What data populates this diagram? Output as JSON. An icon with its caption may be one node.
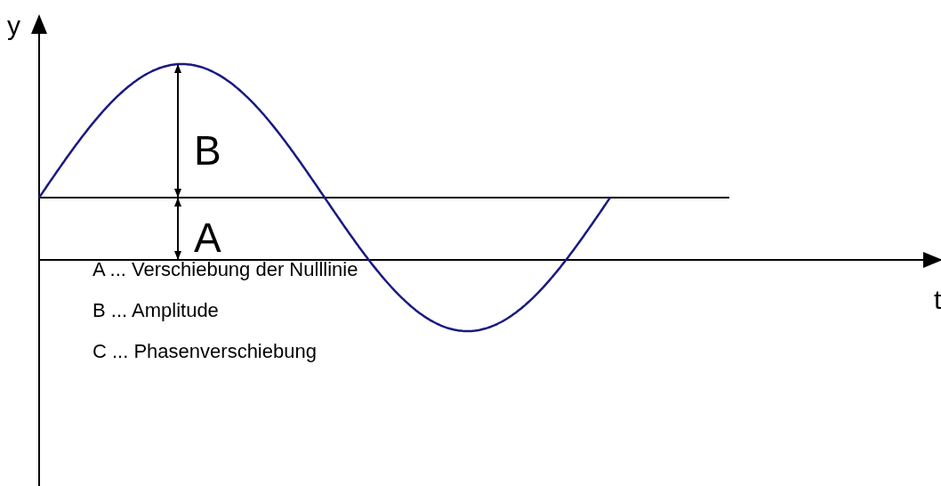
{
  "diagram": {
    "labels": [
      "y",
      "B",
      "A",
      "t",
      "A ... Verschiebung der Nulllinie",
      "B ... Amplitude",
      "C ... Phasenverschiebung"
    ]
  }
}
